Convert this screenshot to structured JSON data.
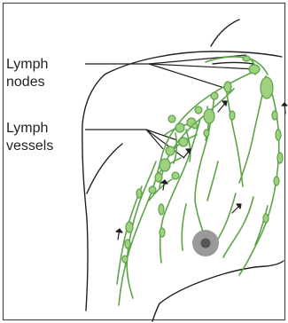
{
  "labels": {
    "lymph_nodes": [
      "Lymph",
      "nodes"
    ],
    "lymph_vessels": [
      "Lymph",
      "vessels"
    ]
  },
  "colors": {
    "outline": "#231f20",
    "vessel": "#5da34a",
    "node_fill": "#9fd17f",
    "nipple_outer": "#9a9a9a",
    "nipple_inner": "#555555",
    "frame": "#4a4a4a",
    "arrow": "#231f20"
  },
  "icons": {
    "flow_arrow": "flow-direction-arrow-icon"
  }
}
